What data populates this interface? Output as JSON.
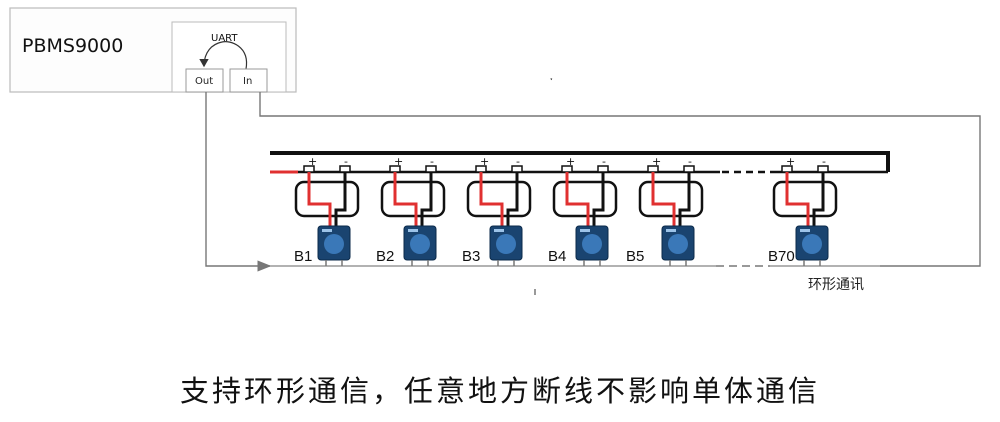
{
  "device": {
    "title": "PBMS9000",
    "uart_label": "UART",
    "out_label": "Out",
    "in_label": "In"
  },
  "batteries": {
    "labels": [
      "B1",
      "B2",
      "B3",
      "B4",
      "B5",
      "B70"
    ],
    "plus_sign": "+",
    "minus_sign": "-"
  },
  "ring_label": "环形通讯",
  "caption": "支持环形通信，任意地方断线不影响单体通信",
  "colors": {
    "positive_wire": "#e03030",
    "negative_wire": "#111111",
    "module_body": "#1a4470",
    "module_face": "#3a78b8",
    "comm_line": "#888888",
    "box_border": "#bbbbbb"
  }
}
